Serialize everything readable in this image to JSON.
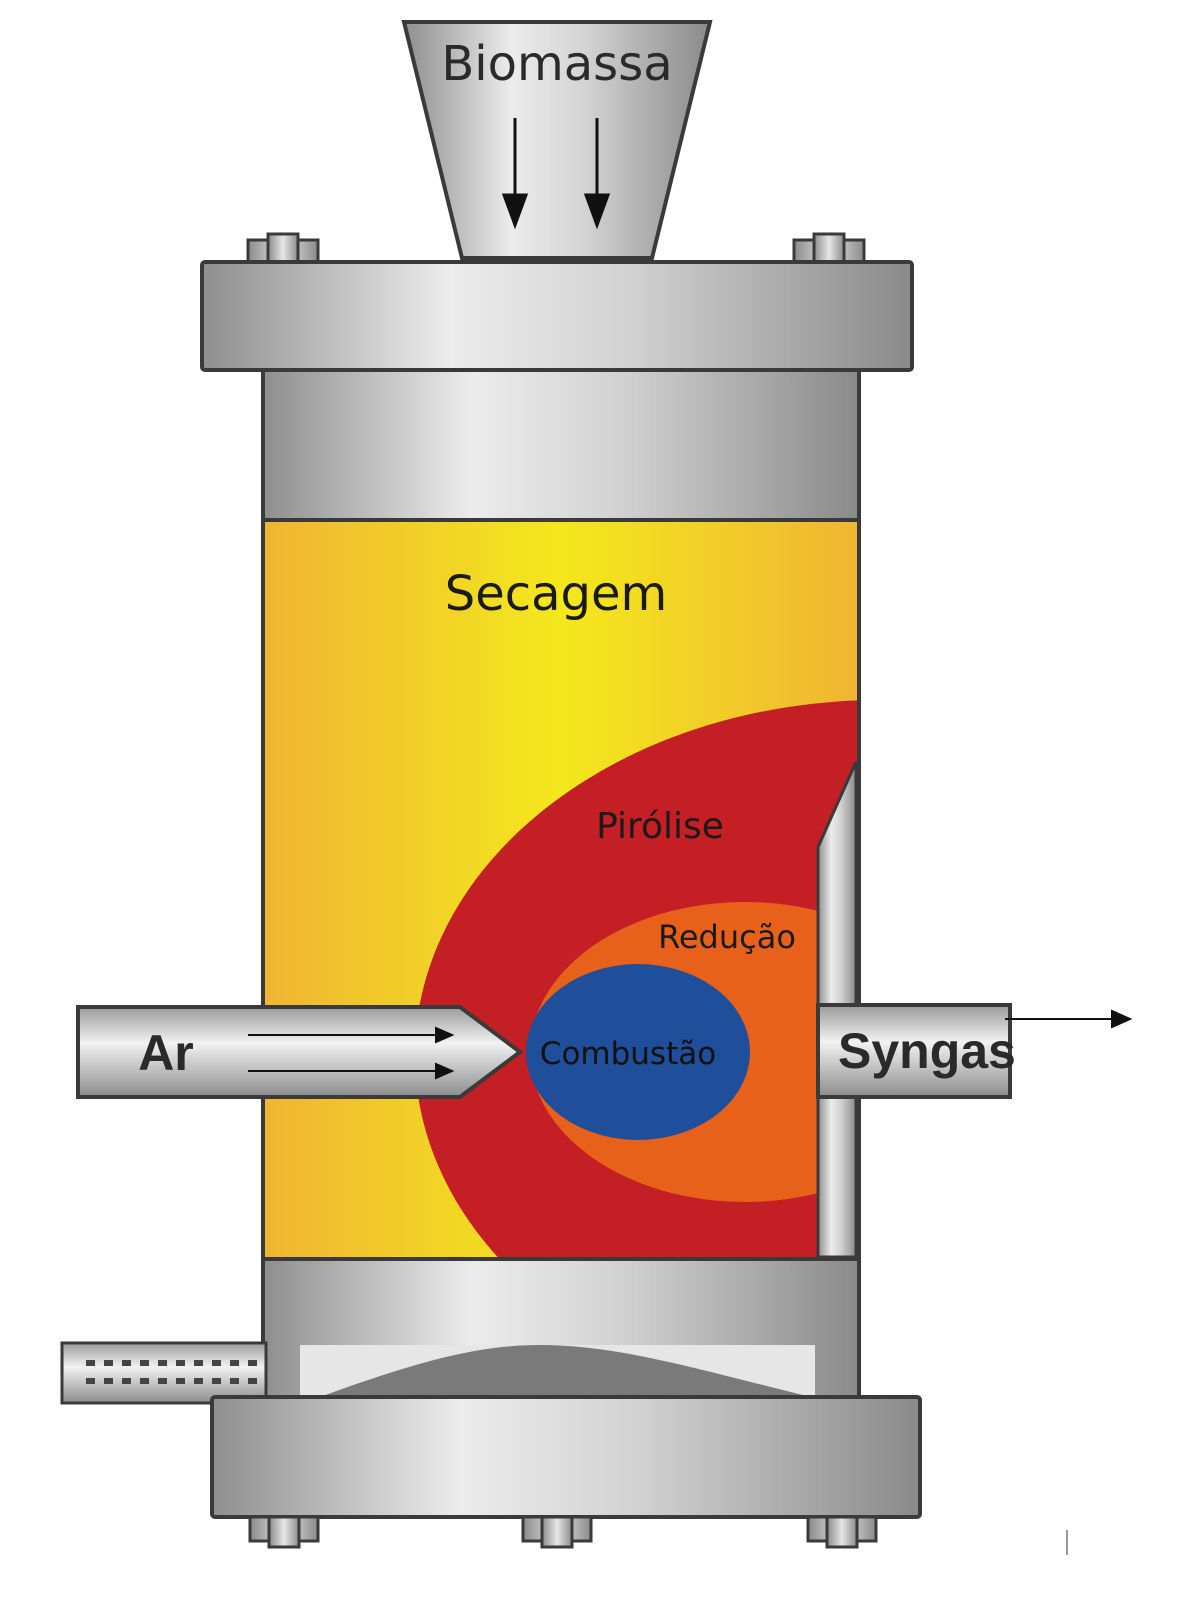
{
  "labels": {
    "biomassa": "Biomassa",
    "secagem": "Secagem",
    "pirolise": "Pirólise",
    "reducao": "Redução",
    "combustao": "Combustão",
    "ar": "Ar",
    "syngas": "Syngas"
  },
  "colors": {
    "secagem_zone": "#f2c81e",
    "pirolise_zone": "#c41f24",
    "reducao_zone": "#e8611a",
    "combustao_zone": "#1f4e9a",
    "steel": "#bfbfbf",
    "outline": "#3a3a3a"
  }
}
